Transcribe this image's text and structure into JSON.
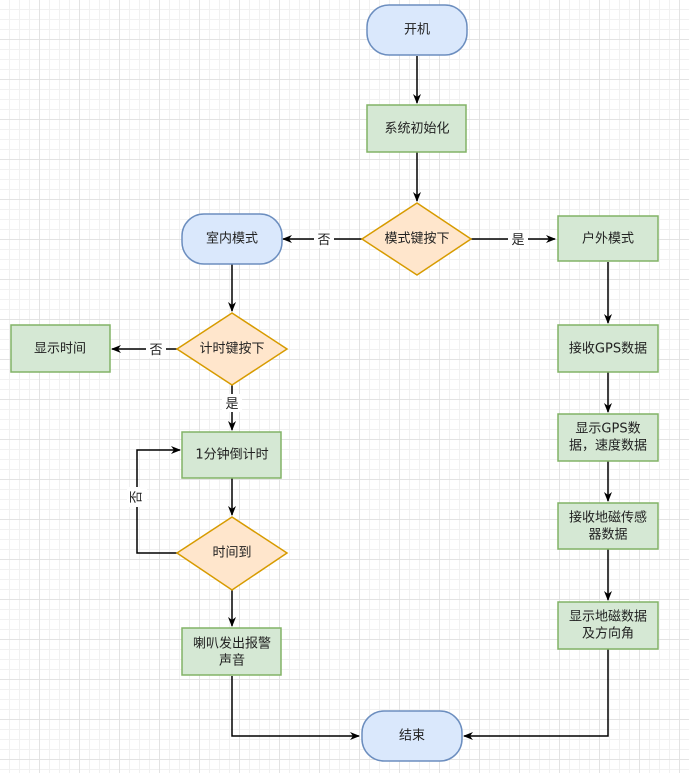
{
  "nodes": {
    "start": "开机",
    "init": "系统初始化",
    "mode_key": "模式键按下",
    "indoor": "室内模式",
    "outdoor": "户外模式",
    "timer_key": "计时键按下",
    "show_time": "显示时间",
    "countdown": "1分钟倒计时",
    "time_up": "时间到",
    "alarm": [
      "喇叭发出报警",
      "声音"
    ],
    "recv_gps": "接收GPS数据",
    "show_gps": [
      "显示GPS数",
      "据，速度数据"
    ],
    "recv_mag": [
      "接收地磁传感",
      "器数据"
    ],
    "show_mag": [
      "显示地磁数据",
      "及方向角"
    ],
    "end": "结束"
  },
  "edge_labels": {
    "mode_no": "否",
    "mode_yes": "是",
    "timer_no": "否",
    "timer_yes": "是",
    "timeup_no": "否"
  },
  "colors": {
    "terminal_fill": "#dae8fc",
    "terminal_stroke": "#6c8ebf",
    "process_fill": "#d5e8d4",
    "process_stroke": "#82b366",
    "decision_fill": "#ffe6cc",
    "decision_stroke": "#d79b00"
  }
}
